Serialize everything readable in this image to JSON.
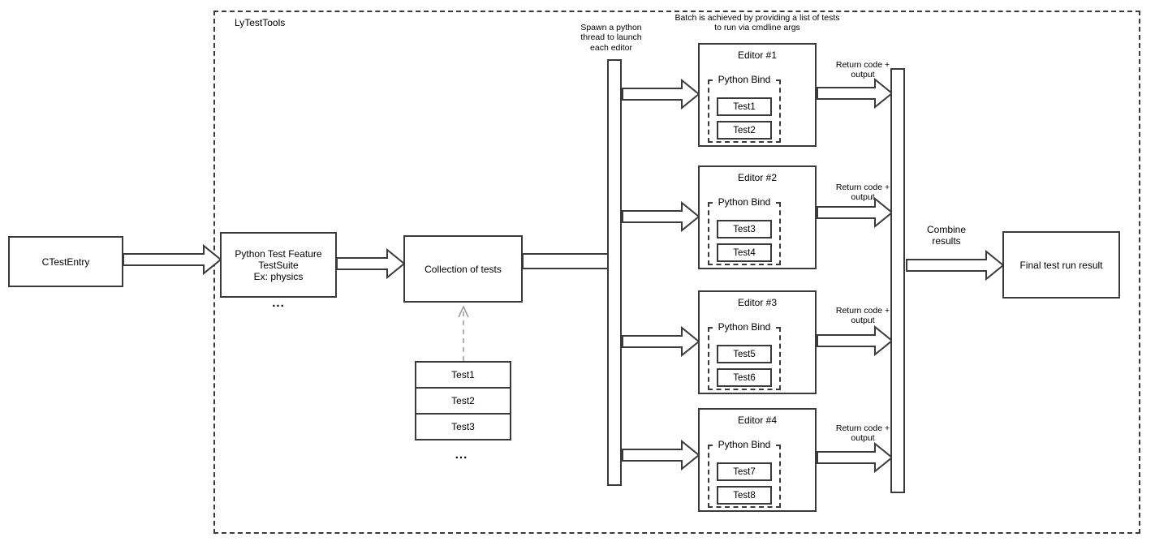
{
  "diagram": {
    "container_label": "LyTestTools",
    "annotations": {
      "spawn": "Spawn a python\nthread to launch\neach editor",
      "batch": "Batch is achieved by providing a list of tests\nto run via cmdline args",
      "combine": "Combine\nresults",
      "return_code": "Return code +\noutput"
    },
    "nodes": {
      "ctest_entry": "CTestEntry",
      "feature": "Python Test Feature\nTestSuite\nEx: physics",
      "collection": "Collection of tests",
      "final_result": "Final test run result",
      "ellipsis": "..."
    },
    "test_stack": [
      "Test1",
      "Test2",
      "Test3"
    ],
    "editors": [
      {
        "title": "Editor #1",
        "bind_label": "Python Bind",
        "tests": [
          "Test1",
          "Test2"
        ]
      },
      {
        "title": "Editor #2",
        "bind_label": "Python Bind",
        "tests": [
          "Test3",
          "Test4"
        ]
      },
      {
        "title": "Editor #3",
        "bind_label": "Python Bind",
        "tests": [
          "Test5",
          "Test6"
        ]
      },
      {
        "title": "Editor #4",
        "bind_label": "Python Bind",
        "tests": [
          "Test7",
          "Test8"
        ]
      }
    ],
    "colors": {
      "stroke": "#3a3a3a",
      "dashed_arrow": "#999999",
      "background": "#ffffff"
    }
  }
}
